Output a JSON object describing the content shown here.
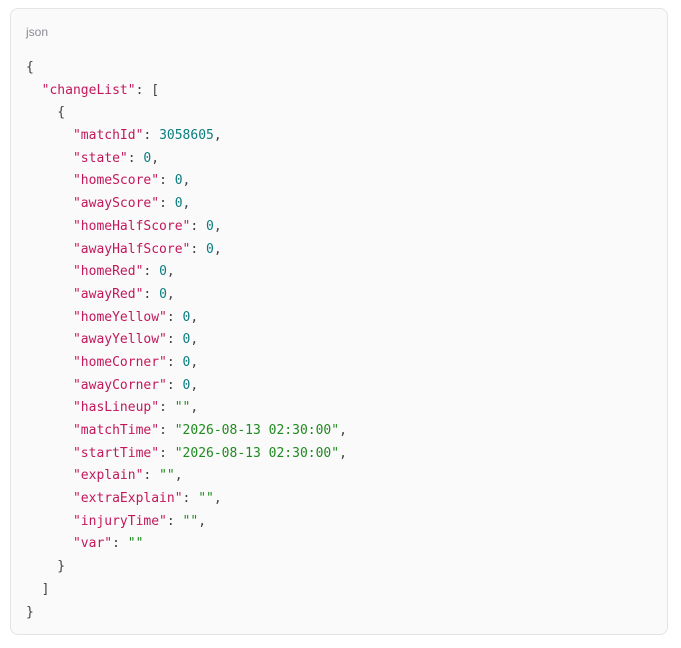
{
  "code_block": {
    "language": "json",
    "root_key": "changeList",
    "entries": [
      {
        "key": "matchId",
        "type": "number",
        "value": "3058605"
      },
      {
        "key": "state",
        "type": "number",
        "value": "0"
      },
      {
        "key": "homeScore",
        "type": "number",
        "value": "0"
      },
      {
        "key": "awayScore",
        "type": "number",
        "value": "0"
      },
      {
        "key": "homeHalfScore",
        "type": "number",
        "value": "0"
      },
      {
        "key": "awayHalfScore",
        "type": "number",
        "value": "0"
      },
      {
        "key": "homeRed",
        "type": "number",
        "value": "0"
      },
      {
        "key": "awayRed",
        "type": "number",
        "value": "0"
      },
      {
        "key": "homeYellow",
        "type": "number",
        "value": "0"
      },
      {
        "key": "awayYellow",
        "type": "number",
        "value": "0"
      },
      {
        "key": "homeCorner",
        "type": "number",
        "value": "0"
      },
      {
        "key": "awayCorner",
        "type": "number",
        "value": "0"
      },
      {
        "key": "hasLineup",
        "type": "string",
        "value": "\"\""
      },
      {
        "key": "matchTime",
        "type": "string",
        "value": "\"2026-08-13 02:30:00\""
      },
      {
        "key": "startTime",
        "type": "string",
        "value": "\"2026-08-13 02:30:00\""
      },
      {
        "key": "explain",
        "type": "string",
        "value": "\"\""
      },
      {
        "key": "extraExplain",
        "type": "string",
        "value": "\"\""
      },
      {
        "key": "injuryTime",
        "type": "string",
        "value": "\"\""
      },
      {
        "key": "var",
        "type": "string",
        "value": "\"\""
      }
    ],
    "colors": {
      "key": "#c2185b",
      "number": "#0a7d80",
      "string": "#1f8a1f",
      "punctuation": "#3f3f46"
    }
  }
}
